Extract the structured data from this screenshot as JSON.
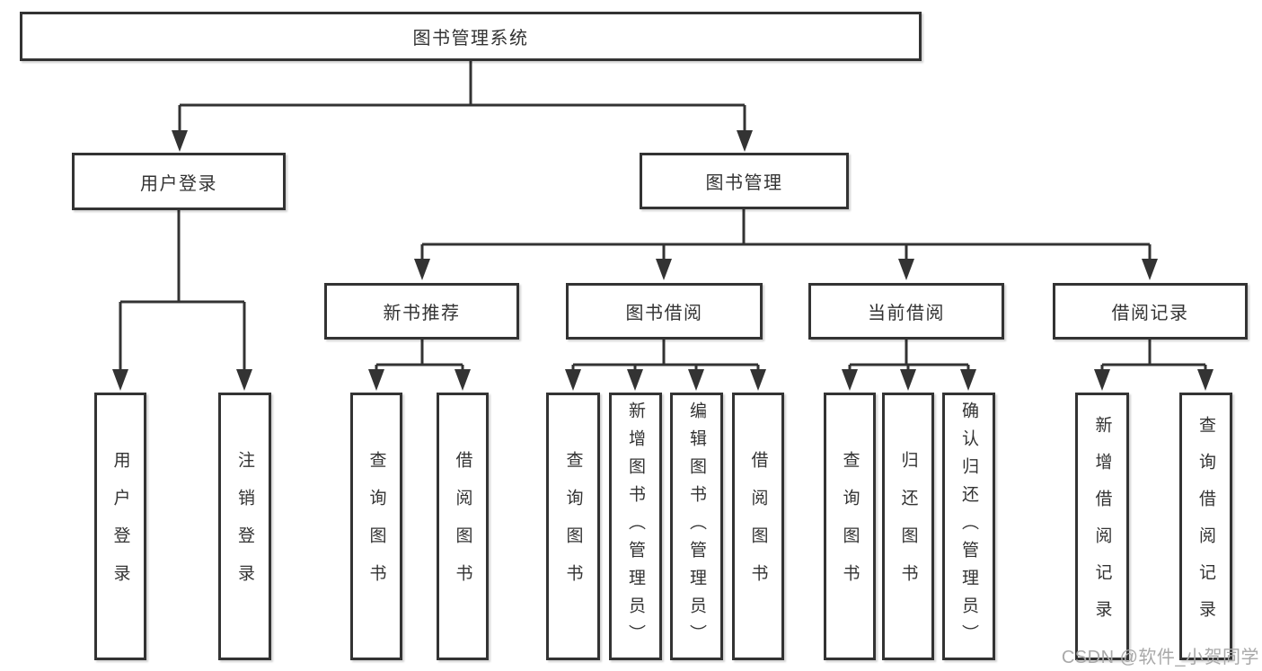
{
  "diagram": {
    "tree": {
      "label": "图书管理系统",
      "children": [
        {
          "label": "用户登录",
          "children": [
            {
              "label": "用户登录"
            },
            {
              "label": "注销登录"
            }
          ]
        },
        {
          "label": "图书管理",
          "children": [
            {
              "label": "新书推荐",
              "children": [
                {
                  "label": "查询图书"
                },
                {
                  "label": "借阅图书"
                }
              ]
            },
            {
              "label": "图书借阅",
              "children": [
                {
                  "label": "查询图书"
                },
                {
                  "label": "新增图书（管理员）"
                },
                {
                  "label": "编辑图书（管理员）"
                },
                {
                  "label": "借阅图书"
                }
              ]
            },
            {
              "label": "当前借阅",
              "children": [
                {
                  "label": "查询图书"
                },
                {
                  "label": "归还图书"
                },
                {
                  "label": "确认归还（管理员）"
                }
              ]
            },
            {
              "label": "借阅记录",
              "children": [
                {
                  "label": "新增借阅记录"
                },
                {
                  "label": "查询借阅记录"
                }
              ]
            }
          ]
        }
      ]
    },
    "watermark": "CSDN @软件_小贺同学",
    "colors": {
      "line": "#333333",
      "box_border": "#333333",
      "text": "#333333",
      "background": "#ffffff",
      "watermark": "#a9a9a9"
    }
  }
}
